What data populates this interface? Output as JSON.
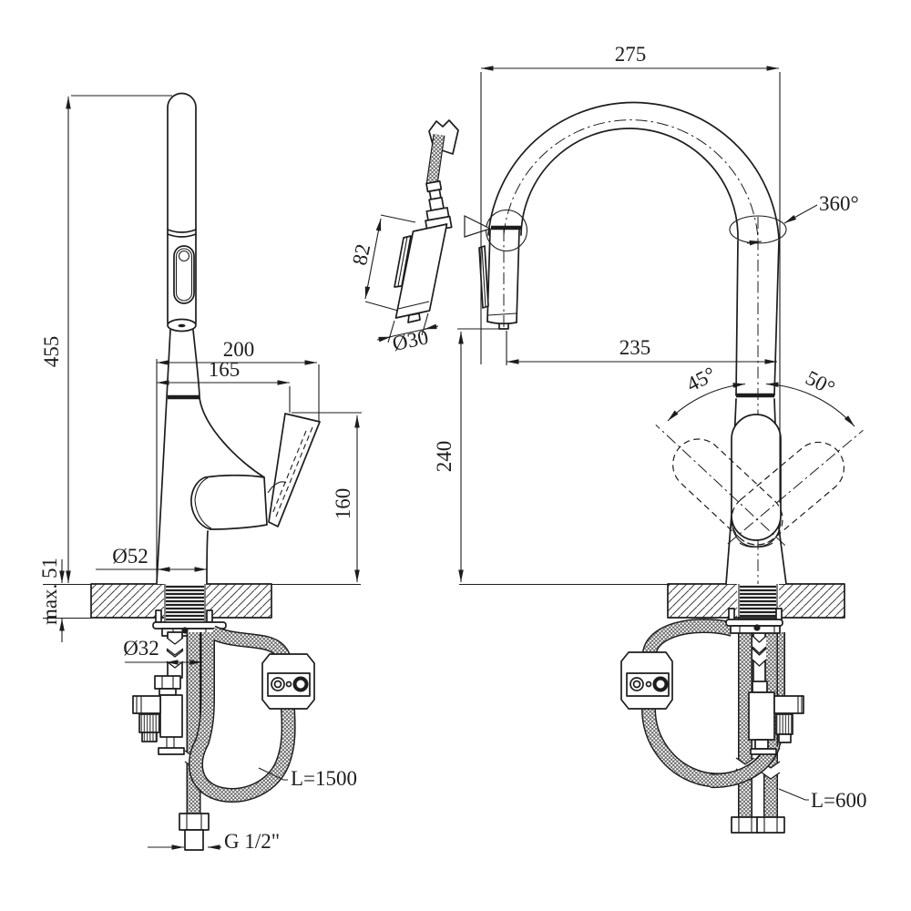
{
  "colors": {
    "background": "#ffffff",
    "line": "#1d1d1d"
  },
  "side_view": {
    "overall_height": "455",
    "reach_to_handle_tip": "200",
    "reach_inner": "165",
    "handle_height": "160",
    "base_diameter": "Ø52",
    "max_deck_thickness": "max. 51",
    "mounting_hole_diameter": "Ø32",
    "pullout_hose_length": "L=1500",
    "supply_thread": "G 1/2\""
  },
  "front_view": {
    "spout_span": "275",
    "spout_reach": "235",
    "spout_height": "240",
    "swivel_angle": "360°",
    "handle_tilt_left": "45°",
    "handle_tilt_right": "50°",
    "supply_hose_length": "L=600"
  },
  "spray_head_detail": {
    "head_length": "82",
    "head_diameter": "Ø30"
  }
}
